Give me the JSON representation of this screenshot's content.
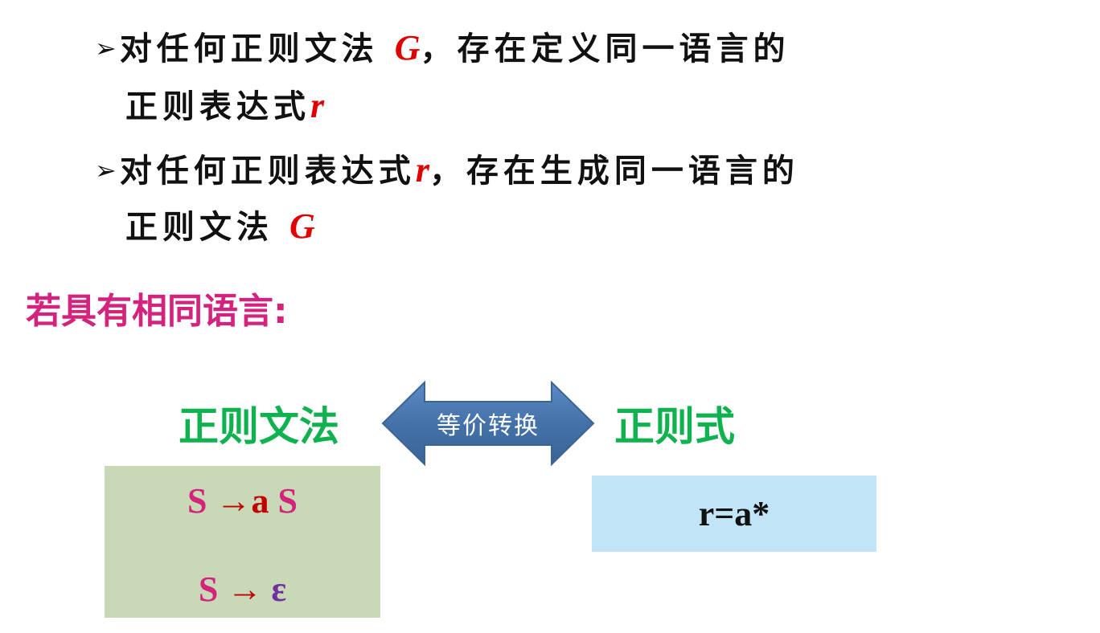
{
  "statements": [
    {
      "bullet": "➢",
      "part1": "对任何正则文法",
      "symbol": "G",
      "part2": "，存在定义同一语言的"
    },
    {
      "part1": "正则表达式",
      "symbol": "r"
    },
    {
      "bullet": "➢",
      "part1": "对任何正则表达式",
      "symbol": "r",
      "part2": "，存在生成同一语言的"
    },
    {
      "part1": "正则文法",
      "symbol": "G"
    }
  ],
  "heading": "若具有相同语言:",
  "left_label": "正则文法",
  "right_label": "正则式",
  "arrow_label": "等价转换",
  "grammar_rules": [
    {
      "lhs": "S",
      "arrow": "→",
      "rhs_terminal": "a",
      "rhs_nonterminal": "S"
    },
    {
      "lhs": "S",
      "arrow": "→",
      "rhs_epsilon": "ε"
    }
  ],
  "regex": "r=a*",
  "colors": {
    "symbol_red": "#e00000",
    "heading_pink": "#d3237c",
    "label_green": "#0fb24f",
    "arrow_blue": "#4472a8",
    "grammar_box": "#c9d8b7",
    "regex_box": "#c1e4f7"
  }
}
